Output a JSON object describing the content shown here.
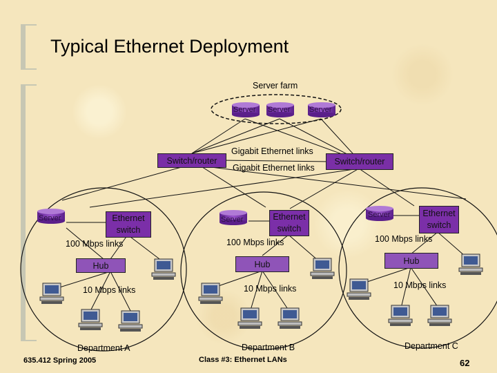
{
  "title": "Typical Ethernet Deployment",
  "server_farm": {
    "label": "Server farm",
    "servers": [
      "Server",
      "Server",
      "Server"
    ]
  },
  "backbone": {
    "left_switch": "Switch/router",
    "right_switch": "Switch/router",
    "link_label_top": "Gigabit Ethernet links",
    "link_label_bottom": "Gigabit Ethernet links"
  },
  "departments": [
    {
      "name": "Department A",
      "server": "Server",
      "switch": "Ethernet switch",
      "uplinks": "100 Mbps links",
      "hub": "Hub",
      "hub_links": "10 Mbps links"
    },
    {
      "name": "Department B",
      "server": "Server",
      "switch": "Ethernet switch",
      "uplinks": "100 Mbps links",
      "hub": "Hub",
      "hub_links": "10 Mbps links"
    },
    {
      "name": "Department C",
      "server": "Server",
      "switch": "Ethernet switch",
      "uplinks": "100 Mbps links",
      "hub": "Hub",
      "hub_links": "10 Mbps links"
    }
  ],
  "footer": {
    "course": "635.412 Spring 2005",
    "class_title": "Class #3:  Ethernet LANs",
    "page_number": "62"
  },
  "colors": {
    "switch": "#7a2fa6",
    "hub": "#8f54b8",
    "server": "#7b33b0",
    "background": "#f5e6bd"
  }
}
